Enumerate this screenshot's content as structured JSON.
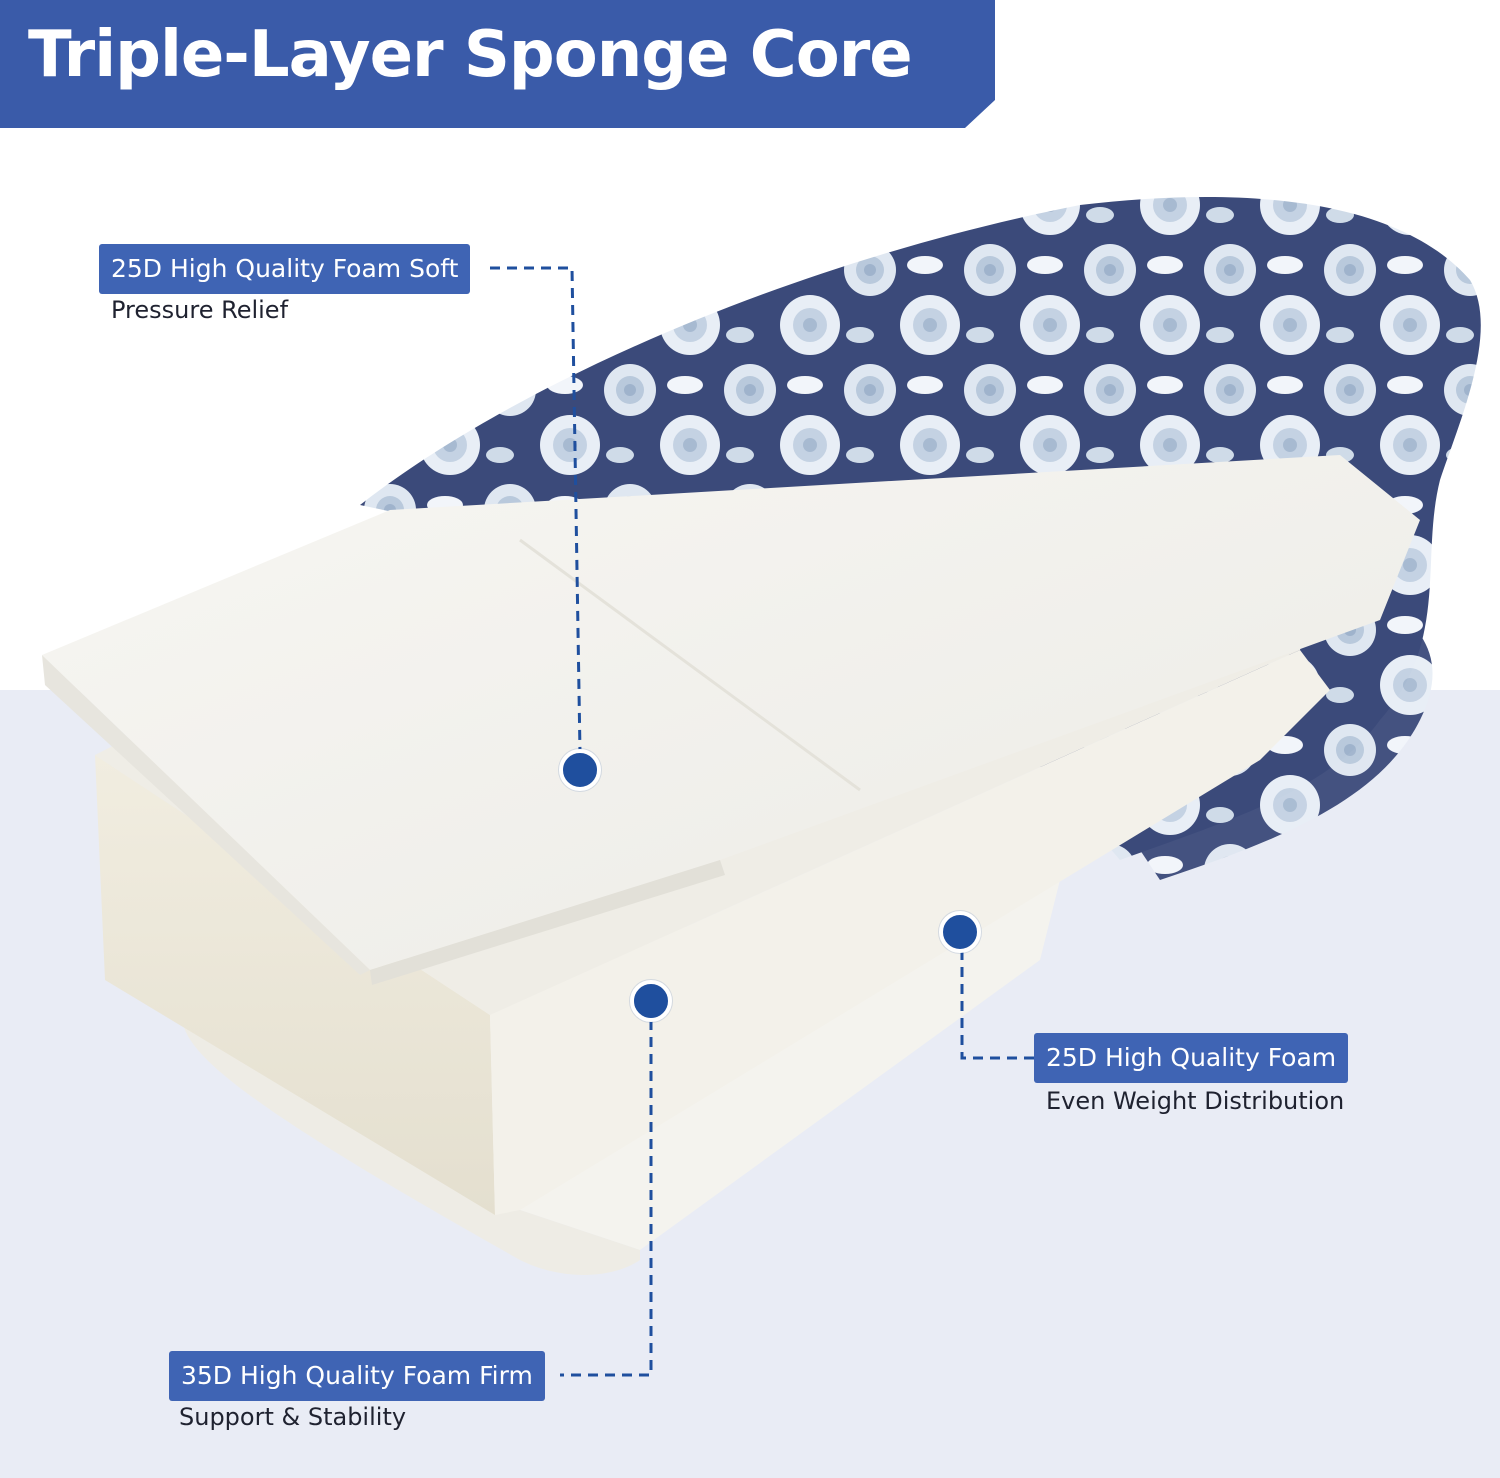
{
  "banner": {
    "title": "Triple-Layer Sponge Core",
    "color": "#3a5ba9"
  },
  "colors": {
    "badge": "#3f64b4",
    "dot": "#1f4f9e",
    "background_lower": "#e9ecf5"
  },
  "layers": [
    {
      "label": "25D High Quality Foam Soft",
      "description": "Pressure Relief"
    },
    {
      "label": "25D High Quality Foam",
      "description": "Even Weight Distribution"
    },
    {
      "label": "35D High Quality Foam Firm",
      "description": "Support & Stability"
    }
  ],
  "image": {
    "subject": "foam-cushion-icon"
  }
}
